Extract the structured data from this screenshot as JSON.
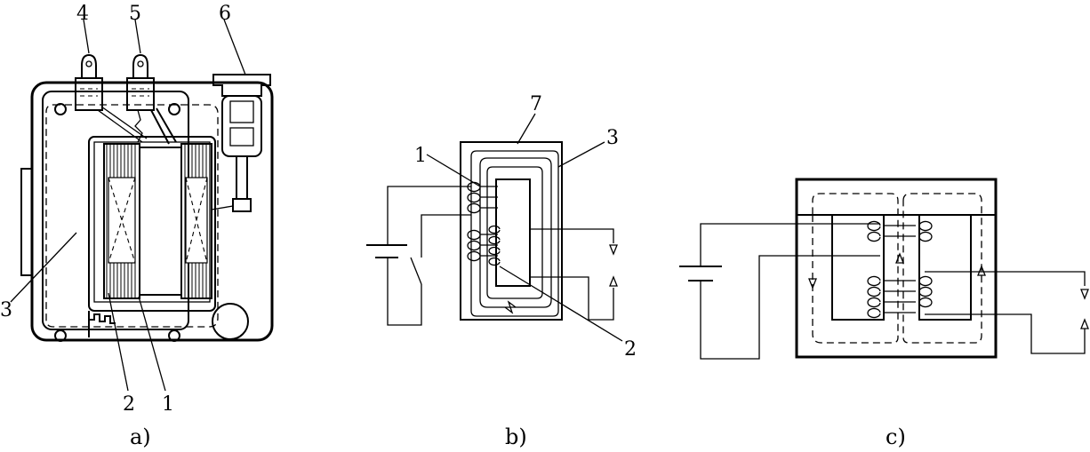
{
  "labels": {
    "a": [
      "1",
      "2",
      "3",
      "4",
      "5",
      "6"
    ],
    "b": [
      "1",
      "2",
      "3",
      "7"
    ],
    "c": []
  },
  "captions": [
    "a)",
    "b)",
    "c)"
  ]
}
